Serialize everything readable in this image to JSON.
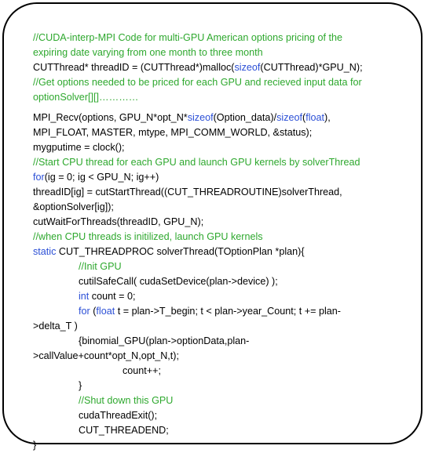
{
  "lines": [
    {
      "indent": 0,
      "parts": [
        {
          "t": "c",
          "s": "//CUDA-interp-MPI Code for multi-GPU American options pricing of the"
        }
      ]
    },
    {
      "indent": 0,
      "parts": [
        {
          "t": "c",
          "s": "expiring date varying from one month to three month"
        }
      ]
    },
    {
      "indent": 0,
      "parts": [
        {
          "t": "n",
          "s": "CUTThread* threadID = (CUTThread*)malloc("
        },
        {
          "t": "k",
          "s": "sizeof"
        },
        {
          "t": "n",
          "s": "(CUTThread)*GPU_N);"
        }
      ]
    },
    {
      "indent": 0,
      "parts": [
        {
          "t": "c",
          "s": "//Get options needed to be priced for each GPU and recieved input data for"
        }
      ]
    },
    {
      "indent": 0,
      "tall": true,
      "parts": [
        {
          "t": "c",
          "s": "optionSolver[][]…………"
        }
      ]
    },
    {
      "indent": 0,
      "parts": [
        {
          "t": "n",
          "s": "MPI_Recv(options, GPU_N*opt_N*"
        },
        {
          "t": "k",
          "s": "sizeof"
        },
        {
          "t": "n",
          "s": "(Option_data)/"
        },
        {
          "t": "k",
          "s": "sizeof"
        },
        {
          "t": "n",
          "s": "("
        },
        {
          "t": "k",
          "s": "float"
        },
        {
          "t": "n",
          "s": "),"
        }
      ]
    },
    {
      "indent": 0,
      "parts": [
        {
          "t": "n",
          "s": "MPI_FLOAT, MASTER, mtype, MPI_COMM_WORLD, &status);"
        }
      ]
    },
    {
      "indent": 0,
      "parts": [
        {
          "t": "n",
          "s": "mygputime = clock();"
        }
      ]
    },
    {
      "indent": 0,
      "parts": [
        {
          "t": "c",
          "s": "//Start CPU thread for each GPU and launch GPU kernels by solverThread"
        }
      ]
    },
    {
      "indent": 0,
      "parts": [
        {
          "t": "k",
          "s": "for"
        },
        {
          "t": "n",
          "s": "(ig = 0; ig < GPU_N; ig++)"
        }
      ]
    },
    {
      "indent": 0,
      "parts": [
        {
          "t": "n",
          "s": "threadID[ig] = cutStartThread((CUT_THREADROUTINE)solverThread,"
        }
      ]
    },
    {
      "indent": 0,
      "parts": [
        {
          "t": "n",
          "s": "&optionSolver[ig]);"
        }
      ]
    },
    {
      "indent": 0,
      "parts": [
        {
          "t": "n",
          "s": "cutWaitForThreads(threadID, GPU_N);"
        }
      ]
    },
    {
      "indent": 0,
      "parts": [
        {
          "t": "c",
          "s": "//when CPU threads is initilized, launch GPU kernels"
        }
      ]
    },
    {
      "indent": 0,
      "parts": [
        {
          "t": "k",
          "s": "static"
        },
        {
          "t": "n",
          "s": " CUT_THREADPROC solverThread(TOptionPlan *plan){"
        }
      ]
    },
    {
      "indent": 1,
      "parts": [
        {
          "t": "c",
          "s": "//Init GPU"
        }
      ]
    },
    {
      "indent": 1,
      "parts": [
        {
          "t": "n",
          "s": "cutilSafeCall( cudaSetDevice(plan->device) );"
        }
      ]
    },
    {
      "indent": 1,
      "parts": [
        {
          "t": "k",
          "s": "int"
        },
        {
          "t": "n",
          "s": " count = 0;"
        }
      ]
    },
    {
      "indent": 1,
      "parts": [
        {
          "t": "k",
          "s": "for"
        },
        {
          "t": "n",
          "s": " ("
        },
        {
          "t": "k",
          "s": "float"
        },
        {
          "t": "n",
          "s": " t = plan->T_begin; t < plan->year_Count; t += plan-"
        }
      ]
    },
    {
      "indent": 0,
      "parts": [
        {
          "t": "n",
          "s": ">delta_T )"
        }
      ]
    },
    {
      "indent": 1,
      "parts": [
        {
          "t": "n",
          "s": "{binomial_GPU(plan->optionData,plan-"
        }
      ]
    },
    {
      "indent": 0,
      "parts": [
        {
          "t": "n",
          "s": ">callValue+count*opt_N,opt_N,t);"
        }
      ]
    },
    {
      "indent": 2,
      "parts": [
        {
          "t": "n",
          "s": "count++;"
        }
      ]
    },
    {
      "indent": 1,
      "parts": [
        {
          "t": "n",
          "s": "}"
        }
      ]
    },
    {
      "indent": 1,
      "parts": [
        {
          "t": "c",
          "s": "//Shut down this GPU"
        }
      ]
    },
    {
      "indent": 1,
      "parts": [
        {
          "t": "n",
          "s": "cudaThreadExit();"
        }
      ]
    },
    {
      "indent": 1,
      "parts": [
        {
          "t": "n",
          "s": "CUT_THREADEND;"
        }
      ]
    },
    {
      "indent": 0,
      "parts": [
        {
          "t": "n",
          "s": "}"
        }
      ]
    }
  ],
  "colors": {
    "comment": "#2ea82e",
    "keyword": "#2b4fd6",
    "text": "#000000",
    "border": "#000000"
  }
}
